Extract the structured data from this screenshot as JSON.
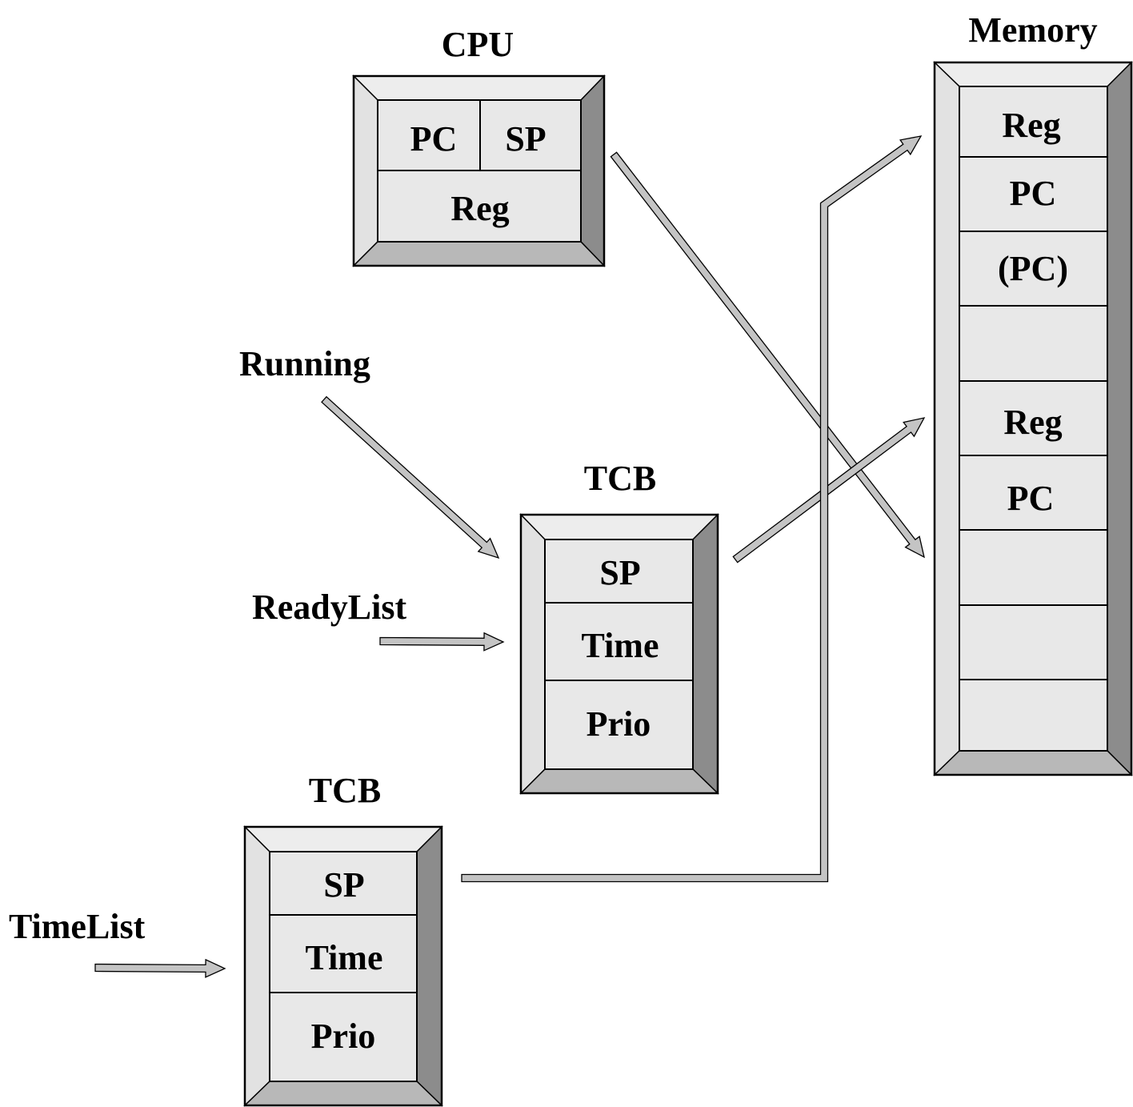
{
  "colors": {
    "background": "#ffffff",
    "bevel_top": "#ededed",
    "bevel_left": "#e2e2e2",
    "bevel_right": "#8c8c8c",
    "bevel_bottom": "#b8b8b8",
    "cell_fill": "#e8e8e8",
    "arrow_fill": "#c4c4c4",
    "stroke": "#000000"
  },
  "cpu": {
    "title": "CPU",
    "pc": "PC",
    "sp": "SP",
    "reg": "Reg"
  },
  "memory": {
    "title": "Memory",
    "cells": [
      "Reg",
      "PC",
      "(PC)",
      "",
      "Reg",
      "PC",
      "",
      "",
      ""
    ]
  },
  "tcb_running": {
    "title": "TCB",
    "cells": [
      "SP",
      "Time",
      "Prio"
    ]
  },
  "tcb_waiting": {
    "title": "TCB",
    "cells": [
      "SP",
      "Time",
      "Prio"
    ]
  },
  "labels": {
    "running": "Running",
    "readylist": "ReadyList",
    "timelist": "TimeList"
  }
}
